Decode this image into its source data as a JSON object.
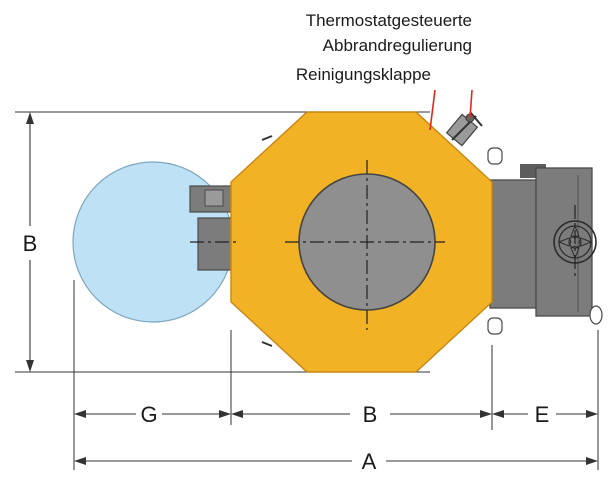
{
  "annotations": {
    "thermostat_line1": "Thermostatgesteuerte",
    "thermostat_line2": "Abbrandregulierung",
    "cleaning_flap": "Reinigungsklappe"
  },
  "dimensions": {
    "height": "B",
    "g": "G",
    "b": "B",
    "e": "E",
    "a": "A"
  },
  "colors": {
    "boiler_body": "#f2b226",
    "boiler_edge": "#c98612",
    "storage_tank": "#bfe1f5",
    "storage_edge": "#7da6bf",
    "grey_unit": "#7c7c7c",
    "grey_dark": "#5d5d5d",
    "inner_circle": "#8f8f8f",
    "pointer_red": "#e0281e"
  }
}
